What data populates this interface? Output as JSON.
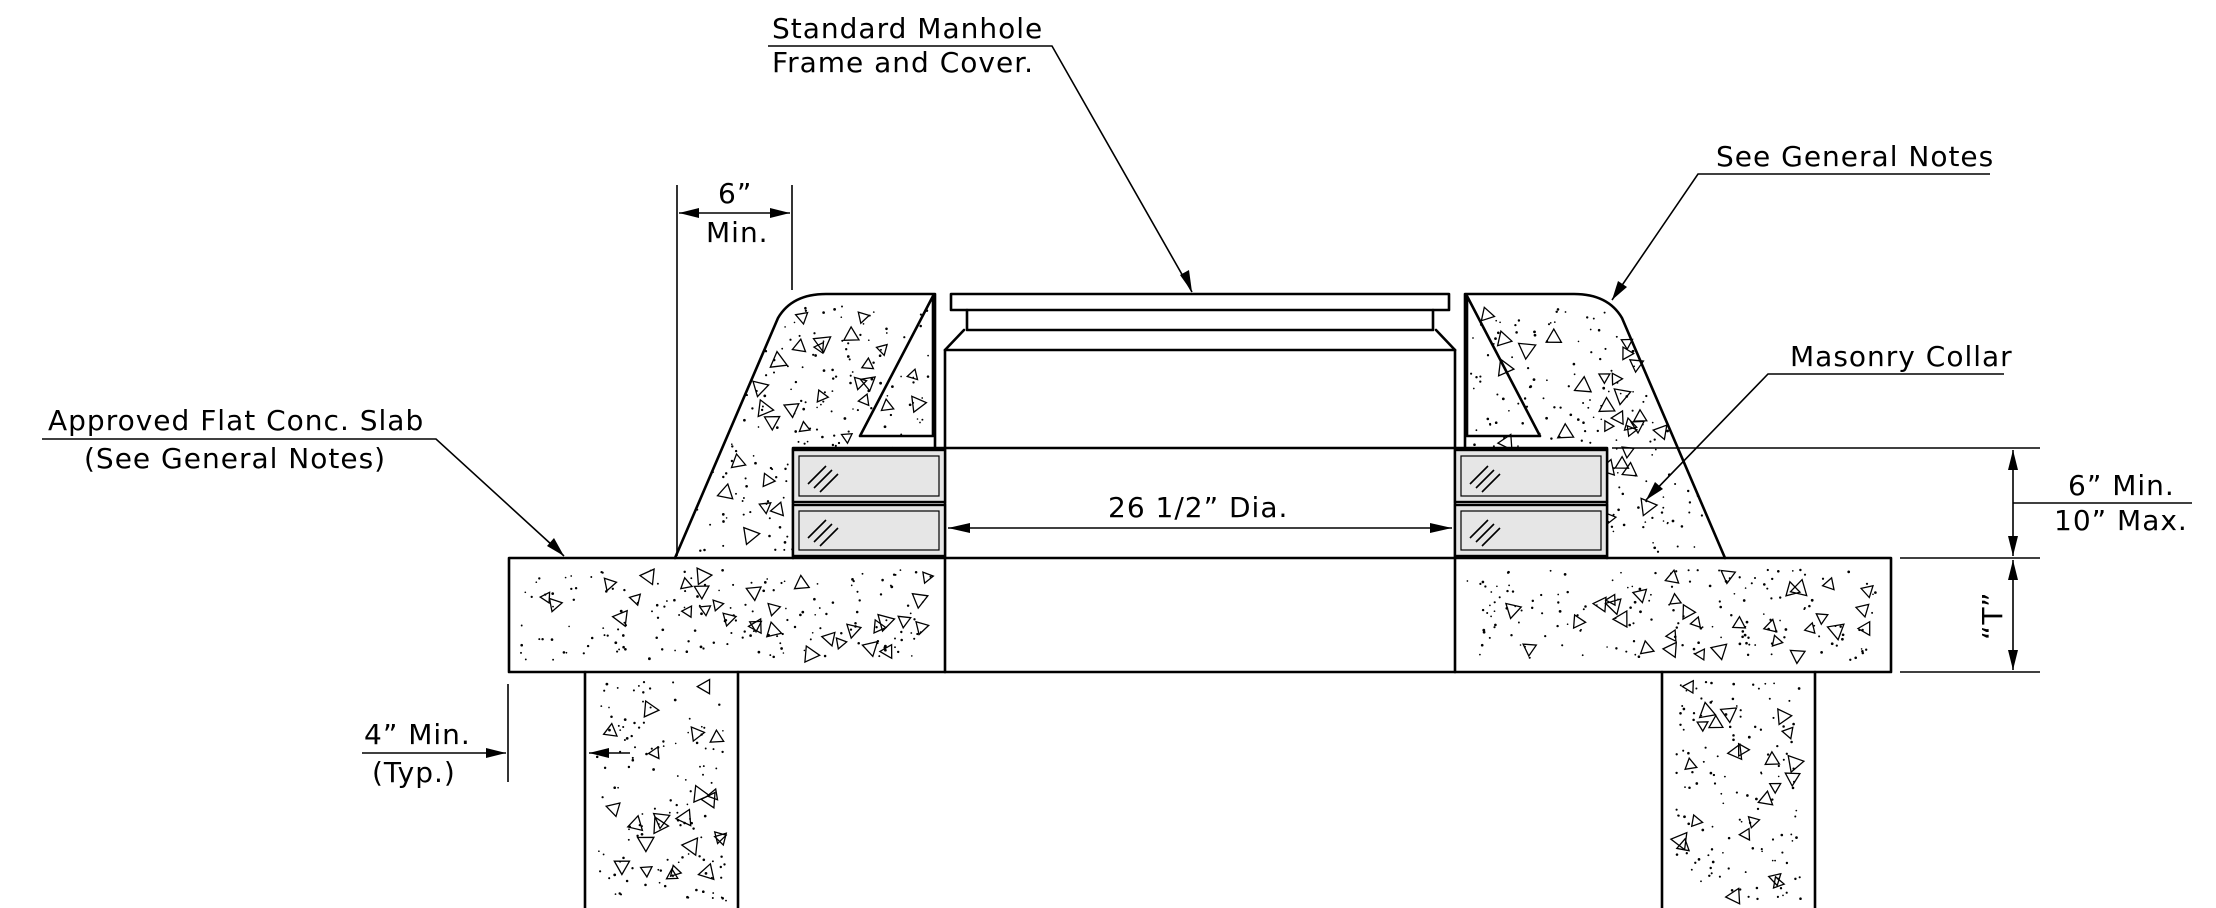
{
  "labels": {
    "frame_line1": "Standard Manhole",
    "frame_line2": "Frame and Cover.",
    "general_notes": "See General Notes",
    "masonry_collar": "Masonry Collar",
    "slab_line1": "Approved Flat Conc. Slab",
    "slab_line2": "(See General Notes)",
    "min6_top": "6”",
    "min6_bottom": "Min.",
    "diameter": "26 1/2” Dia.",
    "collar_min": "6” Min.",
    "collar_max": "10” Max.",
    "thickness": "“T”",
    "wall_min_line1": "4” Min.",
    "wall_min_line2": "(Typ.)"
  },
  "colors": {
    "line": "#000000",
    "brick_face": "#e6e6e6",
    "background": "#ffffff"
  }
}
